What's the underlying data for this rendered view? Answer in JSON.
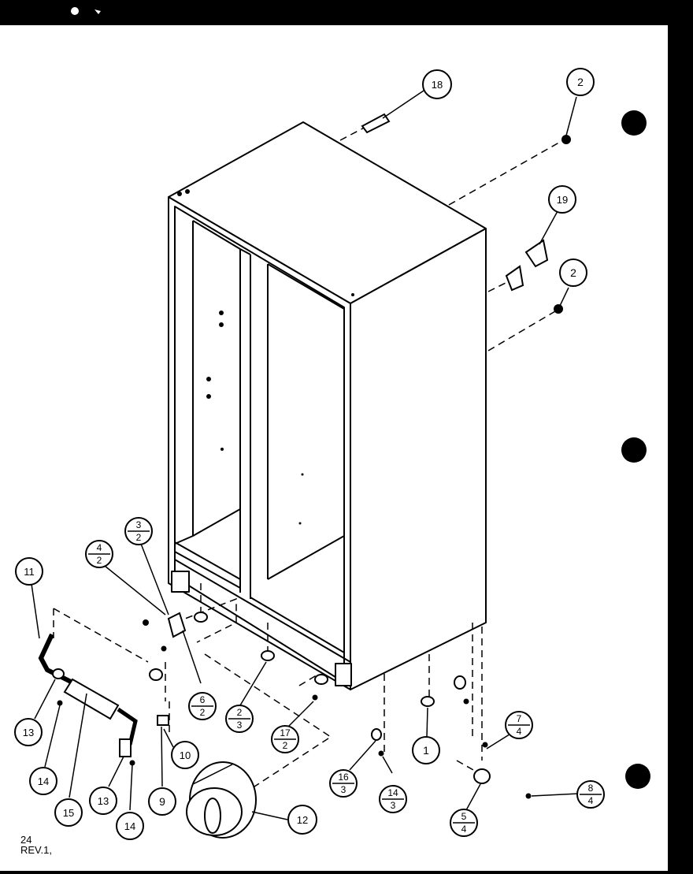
{
  "diagram": {
    "callouts": {
      "c18": "18",
      "c2a": "2",
      "c19": "19",
      "c2b": "2",
      "c11": "11",
      "c32": {
        "top": "3",
        "bottom": "2"
      },
      "c42": {
        "top": "4",
        "bottom": "2"
      },
      "c62": {
        "top": "6",
        "bottom": "2"
      },
      "c23": {
        "top": "2",
        "bottom": "3"
      },
      "c172": {
        "top": "17",
        "bottom": "2"
      },
      "c163": {
        "top": "16",
        "bottom": "3"
      },
      "c143": {
        "top": "14",
        "bottom": "3"
      },
      "c1": "1",
      "c74": {
        "top": "7",
        "bottom": "4"
      },
      "c84": {
        "top": "8",
        "bottom": "4"
      },
      "c54": {
        "top": "5",
        "bottom": "4"
      },
      "c13a": "13",
      "c14a": "14",
      "c15": "15",
      "c13b": "13",
      "c14b": "14",
      "c9": "9",
      "c10": "10",
      "c12": "12"
    },
    "footer": {
      "line1": "24",
      "line2": "REV.1,"
    }
  }
}
